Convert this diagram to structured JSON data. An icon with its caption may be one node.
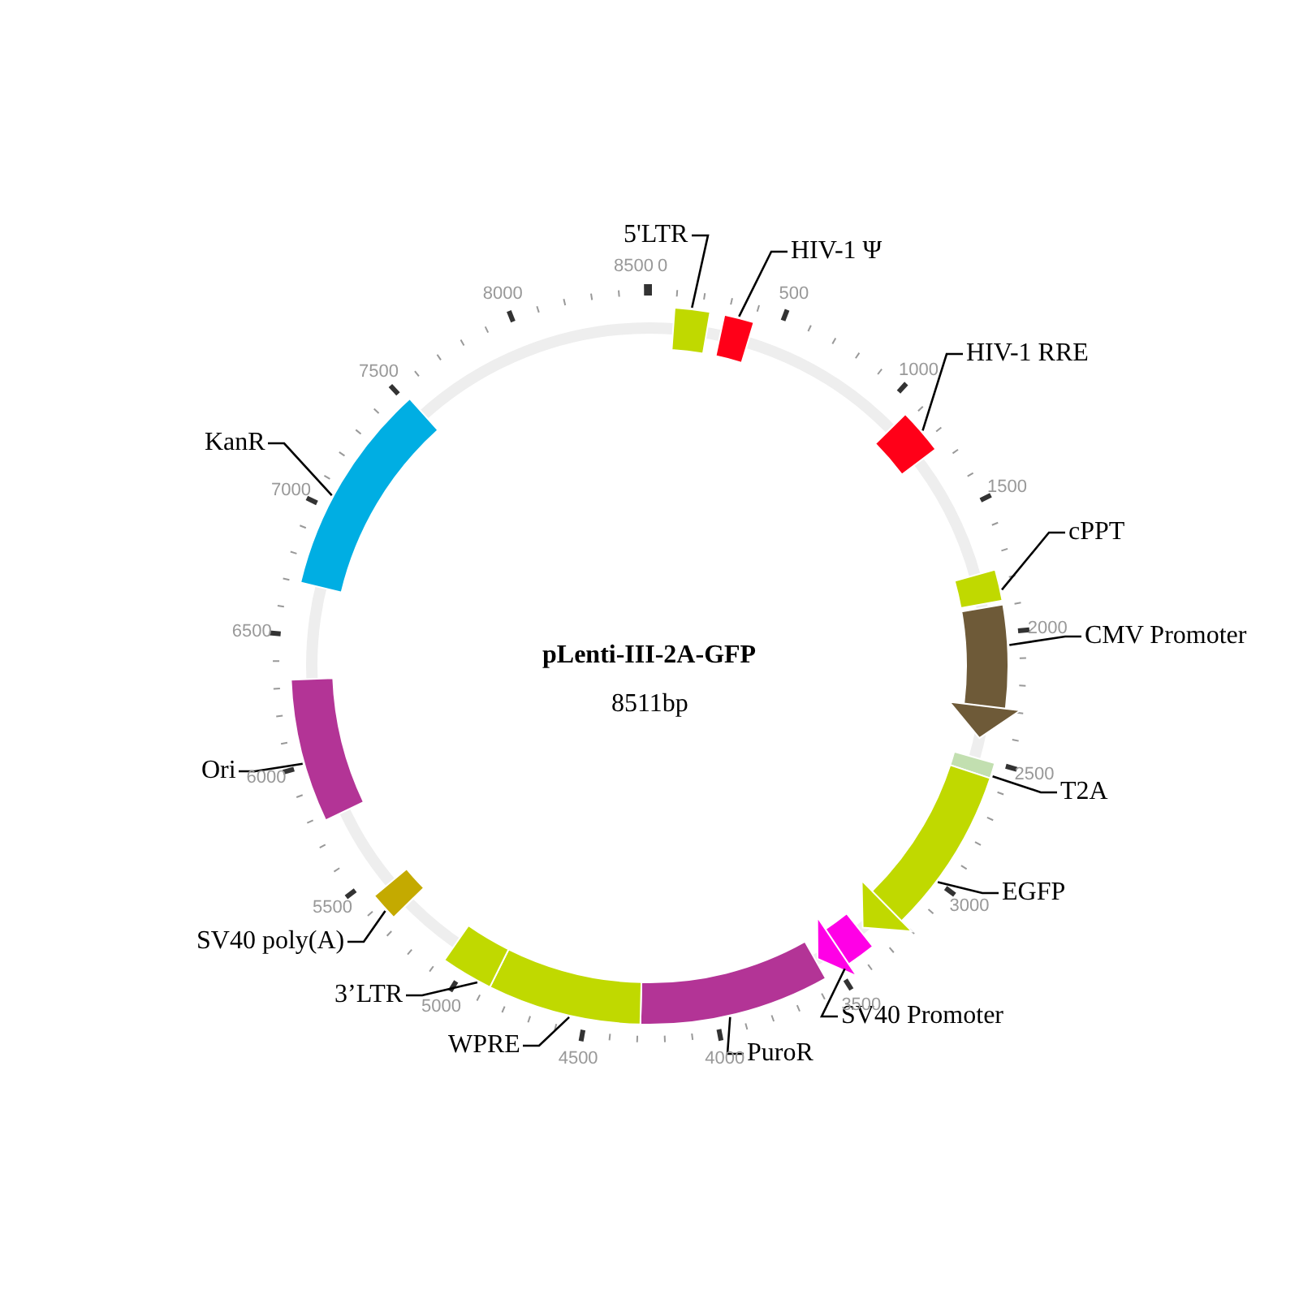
{
  "diagram": {
    "title": "pLenti-III-2A-GFP",
    "nodes": [
      {
        "text": [
          "5'LTR"
        ]
      },
      {
        "text": [],
        "shape": "bar"
      },
      {
        "text": [
          "HIV-1 Ψ"
        ]
      },
      {
        "text": [],
        "shape": "bar"
      },
      {
        "text": [
          "HIV-1 RRE"
        ]
      },
      {
        "text": [],
        "shape": "bar"
      },
      {
        "text": [
          "cPPT"
        ]
      },
      {
        "text": [],
        "shape": "bar"
      },
      {
        "text": [
          "CMV Promoter"
        ]
      },
      {
        "text": [],
        "shape": "arrow"
      },
      {
        "text": [
          "T2A"
        ]
      },
      {
        "text": [],
        "shape": "bar"
      },
      {
        "text": [
          "EGFP"
        ]
      },
      {
        "text": [],
        "shape": "arrow"
      },
      {
        "text": [
          "SV40 Promoter"
        ]
      },
      {
        "text": [],
        "shape": "arrow"
      },
      {
        "text": [
          "PuroR"
        ]
      },
      {
        "text": [],
        "shape": "bar"
      },
      {
        "text": [
          "WPRE"
        ]
      },
      {
        "text": [],
        "shape": "bar"
      },
      {
        "text": [
          "3’LTR"
        ]
      },
      {
        "text": [],
        "shape": "bar"
      },
      {
        "text": [
          "SV40 poly(A)"
        ]
      },
      {
        "text": [],
        "shape": "bar"
      },
      {
        "text": [
          "Ori"
        ]
      },
      {
        "text": [],
        "shape": "bar"
      },
      {
        "text": [
          "KanR"
        ]
      },
      {
        "text": [],
        "shape": "bar"
      }
    ],
    "edges": [
      {
        "from": 0,
        "to": 1,
        "arrow": "none"
      },
      {
        "from": 2,
        "to": 3,
        "arrow": "none"
      },
      {
        "from": 4,
        "to": 5,
        "arrow": "none"
      },
      {
        "from": 6,
        "to": 7,
        "arrow": "none"
      },
      {
        "from": 8,
        "to": 9,
        "arrow": "none"
      },
      {
        "from": 10,
        "to": 11,
        "arrow": "none"
      },
      {
        "from": 12,
        "to": 13,
        "arrow": "none"
      },
      {
        "from": 14,
        "to": 15,
        "arrow": "none"
      },
      {
        "from": 16,
        "to": 17,
        "arrow": "none"
      },
      {
        "from": 18,
        "to": 19,
        "arrow": "none"
      },
      {
        "from": 20,
        "to": 21,
        "arrow": "none"
      },
      {
        "from": 22,
        "to": 23,
        "arrow": "none"
      },
      {
        "from": 24,
        "to": 25,
        "arrow": "none"
      },
      {
        "from": 26,
        "to": 27,
        "arrow": "none"
      }
    ],
    "labels": [
      "8511bp",
      "0",
      "500",
      "1000",
      "1500",
      "2000",
      "2500",
      "3000",
      "3500",
      "4000",
      "4500",
      "5000",
      "5500",
      "6000",
      "6500",
      "7000",
      "7500",
      "8000",
      "8500"
    ]
  }
}
